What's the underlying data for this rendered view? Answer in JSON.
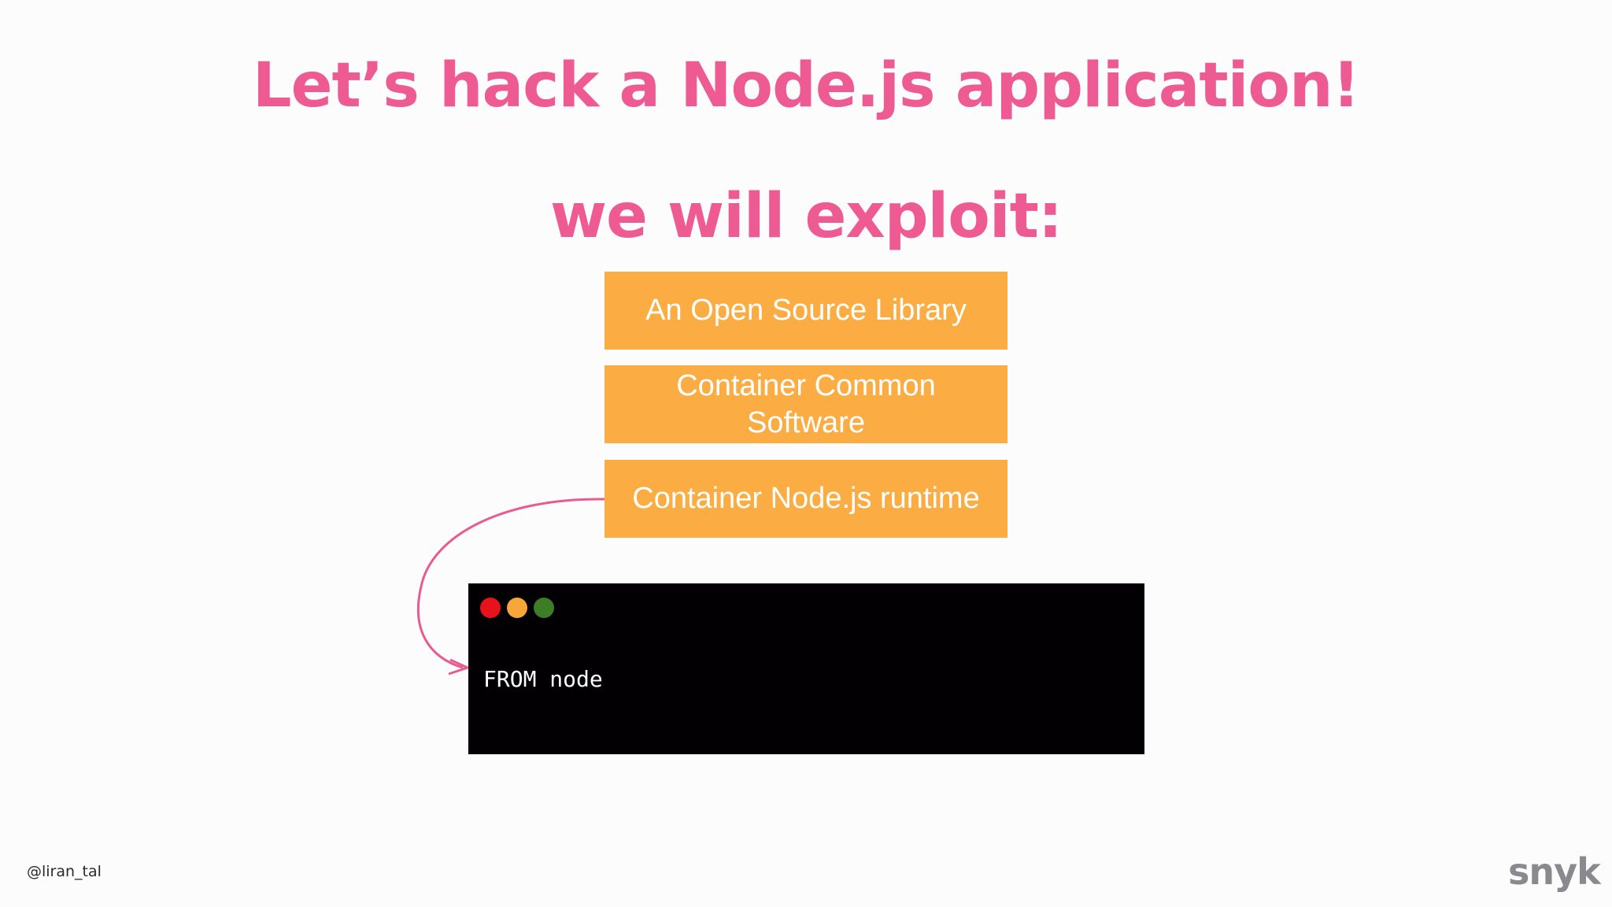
{
  "slide": {
    "title": "Let’s hack a Node.js application!",
    "subtitle": "we will exploit:",
    "boxes": [
      {
        "label": "An Open Source Library"
      },
      {
        "label": "Container Common Software"
      },
      {
        "label": "Container Node.js runtime"
      }
    ],
    "terminal": {
      "code": "FROM node",
      "dots": [
        "red-dot-icon",
        "yellow-dot-icon",
        "green-dot-icon"
      ]
    },
    "footer": {
      "handle": "@liran_tal",
      "logo": "snyk"
    }
  },
  "colors": {
    "title": "#ee5a92",
    "box": "#fbac42",
    "box_text": "#ffffff",
    "terminal_bg": "#020002",
    "arrow": "#e85b8f",
    "dot_red": "#e8121a",
    "dot_yellow": "#f8a53a",
    "dot_green": "#3c7d25"
  }
}
